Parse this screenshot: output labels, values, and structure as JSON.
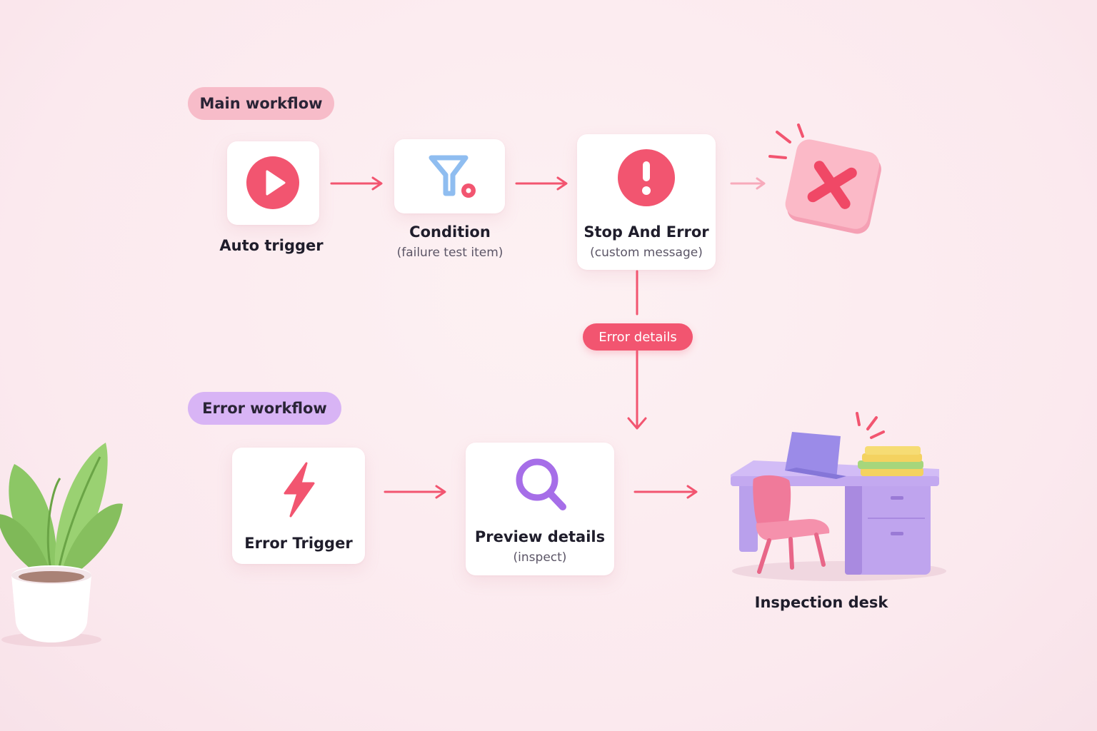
{
  "sections": {
    "main_label": "Main workflow",
    "error_label": "Error workflow"
  },
  "nodes": {
    "auto_trigger": {
      "title": "Auto trigger",
      "icon": "play-icon"
    },
    "condition": {
      "title": "Condition",
      "subtitle": "(failure test item)",
      "icon": "filter-icon"
    },
    "stop_and_error": {
      "title": "Stop And Error",
      "subtitle": "(custom message)",
      "icon": "exclamation-icon"
    },
    "error_trigger": {
      "title": "Error Trigger",
      "icon": "lightning-icon"
    },
    "preview_details": {
      "title": "Preview details",
      "subtitle": "(inspect)",
      "icon": "magnifier-icon"
    },
    "inspection_desk": {
      "title": "Inspection desk",
      "icon": "desk-icon"
    }
  },
  "connector_label": "Error details",
  "colors": {
    "accent": "#f25570",
    "main_pill": "#f7bcc9",
    "error_pill": "#d8b4f5",
    "filter_blue": "#8fbdf0",
    "magnifier_purple": "#a66ee8"
  }
}
